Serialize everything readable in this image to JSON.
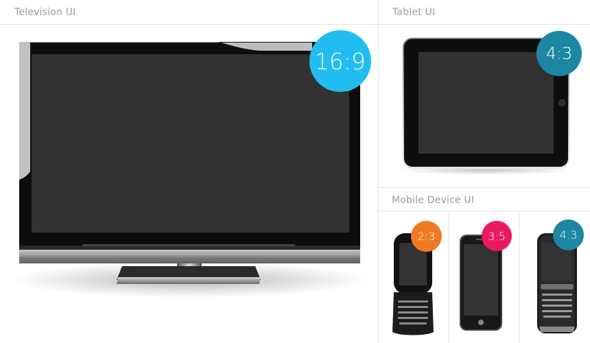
{
  "television": {
    "title": "Television UI",
    "ratio": "16:9",
    "badge_color": "#22bdf0"
  },
  "tablet": {
    "title": "Tablet UI",
    "ratio": "4:3",
    "badge_color": "#1d86a3"
  },
  "mobile": {
    "title": "Mobile Device UI",
    "devices": [
      {
        "ratio": "2:3",
        "badge_color": "#f07a24"
      },
      {
        "ratio": "3:5",
        "badge_color": "#ea1a5f"
      },
      {
        "ratio": "4:3",
        "badge_color": "#1d86a3"
      }
    ]
  }
}
